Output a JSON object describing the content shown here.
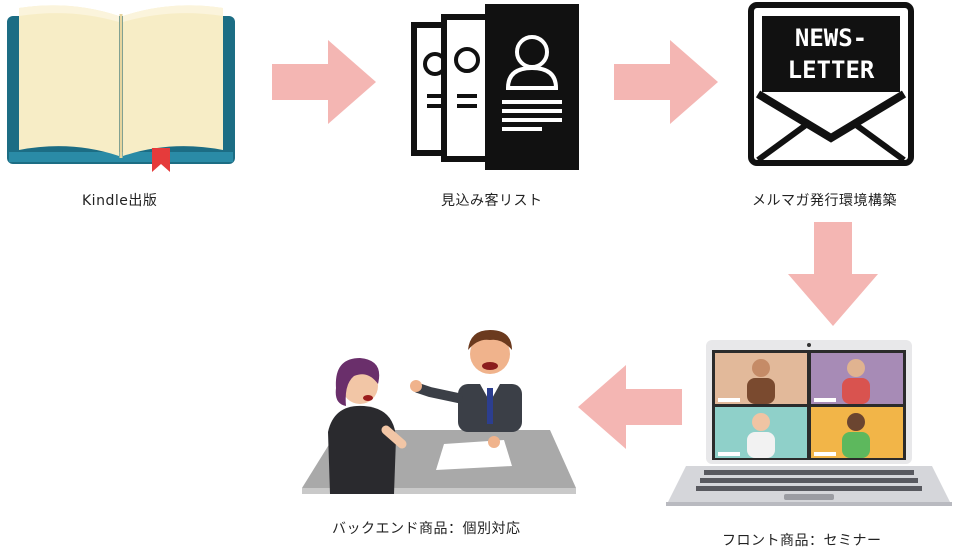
{
  "diagram": {
    "steps": [
      {
        "id": "kindle",
        "label": "Kindle出版",
        "icon": "open-book-icon"
      },
      {
        "id": "leads",
        "label": "見込み客リスト",
        "icon": "profile-documents-icon"
      },
      {
        "id": "newsletter",
        "label": "メルマガ発行環境構築",
        "icon": "newsletter-envelope-icon",
        "icon_text_line1": "NEWS-",
        "icon_text_line2": "LETTER"
      },
      {
        "id": "front",
        "label": "フロント商品：セミナー",
        "icon": "video-conference-laptop-icon"
      },
      {
        "id": "backend",
        "label": "バックエンド商品：個別対応",
        "icon": "consultation-meeting-icon"
      }
    ],
    "arrow_color": "#f4b6b3"
  }
}
